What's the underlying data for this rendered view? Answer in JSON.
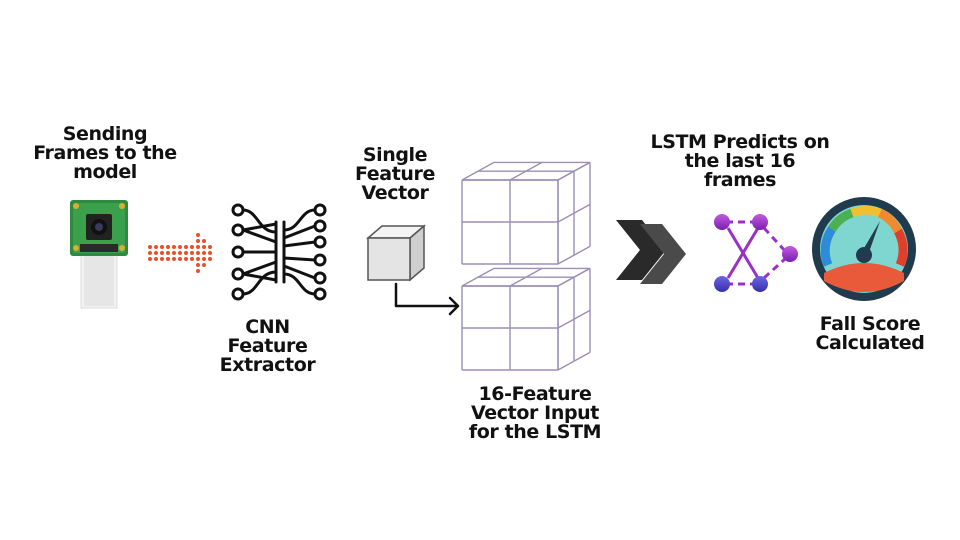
{
  "stages": {
    "capture": {
      "lines": [
        "Sending",
        "Frames to the",
        "model"
      ],
      "icon": "camera-module-icon"
    },
    "cnn": {
      "lines": [
        "CNN",
        "Feature",
        "Extractor"
      ],
      "icon": "neural-network-icon"
    },
    "single_vector": {
      "lines": [
        "Single",
        "Feature",
        "Vector"
      ],
      "icon": "cube-icon"
    },
    "sequence": {
      "lines": [
        "16-Feature",
        "Vector Input",
        "for the LSTM"
      ],
      "icon": "cube-stack-icon"
    },
    "lstm": {
      "lines": [
        "LSTM Predicts on",
        "the last 16",
        "frames"
      ],
      "icon": "network-graph-icon"
    },
    "score": {
      "lines": [
        "Fall Score",
        "Calculated"
      ],
      "icon": "gauge-icon"
    }
  },
  "connectors": {
    "dotted": "dotted-arrow-icon",
    "elbow": "elbow-arrow-icon",
    "double": "double-chevron-arrow-icon"
  },
  "colors": {
    "text": "#111111",
    "dots": "#e8502a",
    "cube_edges": "#9b8fb5",
    "node_purple": "#9b2fc9",
    "node_blue": "#3b3fbf",
    "gauge_ring": "#1f3b4d",
    "gauge_face": "#7fd6d0",
    "gauge_red": "#e85a3a"
  }
}
